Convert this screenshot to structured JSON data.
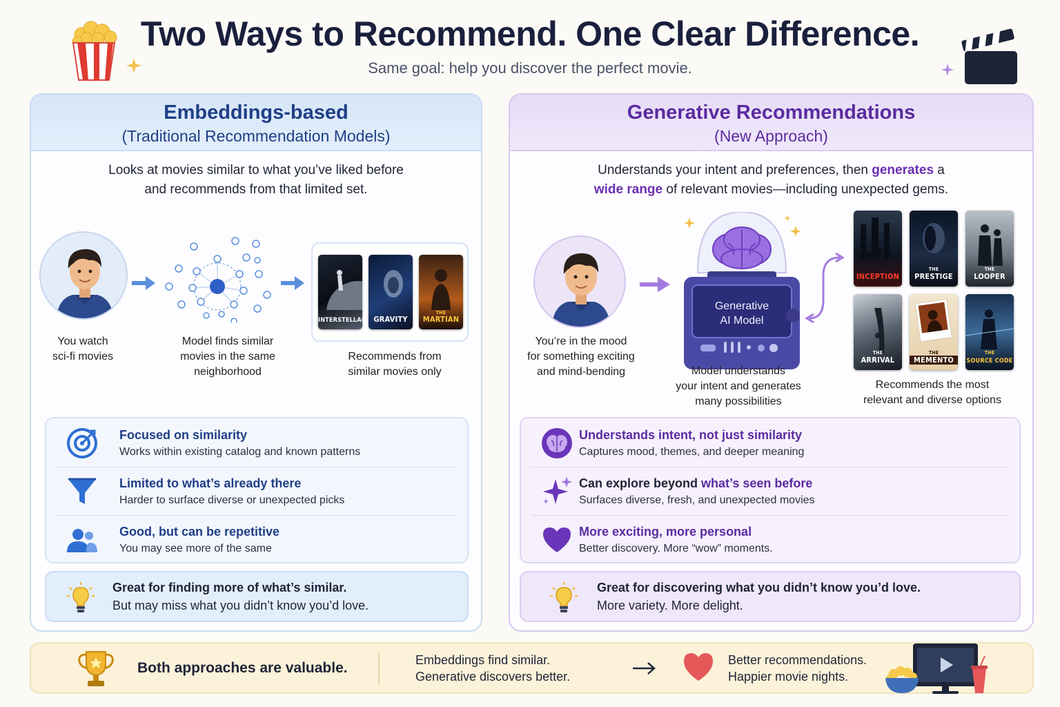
{
  "header": {
    "title": "Two Ways to Recommend.  One Clear Difference.",
    "subtitle": "Same goal: help you discover the perfect movie."
  },
  "left": {
    "title": "Embeddings-based",
    "subtitle": "(Traditional Recommendation Models)",
    "desc_line1": "Looks at movies similar to what you’ve liked before",
    "desc_line2": "and recommends from that limited set.",
    "steps": [
      {
        "line1": "You watch",
        "line2": "sci-fi movies"
      },
      {
        "line1": "Model finds similar",
        "line2": "movies in the same",
        "line3": "neighborhood"
      },
      {
        "line1": "Recommends from",
        "line2": "similar movies only"
      }
    ],
    "posters": [
      "INTERSTELLAR",
      "GRAVITY",
      "MARTIAN"
    ],
    "poster_small": [
      "THE"
    ],
    "features": [
      {
        "title": "Focused on similarity",
        "text": "Works within existing catalog and known patterns",
        "icon": "target-icon"
      },
      {
        "title": "Limited to what’s already there",
        "text": "Harder to surface diverse or unexpected picks",
        "icon": "funnel-icon"
      },
      {
        "title": "Good, but can be repetitive",
        "text": "You may see more of the same",
        "icon": "users-icon"
      }
    ],
    "tip_line1": "Great for finding more of what’s similar.",
    "tip_line2": "But may miss what you didn’t know you’d love."
  },
  "right": {
    "title": "Generative Recommendations",
    "subtitle": "(New Approach)",
    "desc_a": "Understands your intent and preferences, then ",
    "desc_hl1": "generates",
    "desc_b": " a",
    "desc_hl2": "wide range",
    "desc_c": " of relevant movies—including unexpected gems.",
    "machine_line1": "Generative",
    "machine_line2": "AI Model",
    "steps": [
      {
        "line1": "You’re in the mood",
        "line2": "for something exciting",
        "line3": "and mind-bending"
      },
      {
        "line1": "Model understands",
        "line2": "your intent and generates",
        "line3": "many possibilities"
      },
      {
        "line1": "Recommends the most",
        "line2": "relevant and diverse options"
      }
    ],
    "posters": [
      "INCEPTION",
      "PRESTIGE",
      "LOOPER",
      "ARRIVAL",
      "MEMENTO",
      "SOURCE CODE"
    ],
    "poster_small": "THE",
    "features": [
      {
        "title": "Understands intent, not just similarity",
        "text": "Captures mood, themes, and deeper meaning",
        "icon": "brain-icon"
      },
      {
        "title_a": "Can explore beyond ",
        "title_b": "what’s seen before",
        "text": "Surfaces diverse, fresh, and unexpected movies",
        "icon": "sparkle-icon"
      },
      {
        "title": "More exciting, more personal",
        "text": "Better discovery. More “wow” moments.",
        "icon": "heart-icon"
      }
    ],
    "tip_line1": "Great for discovering what you didn’t know you’d love.",
    "tip_line2": "More variety. More delight."
  },
  "footer": {
    "left": "Both approaches are valuable.",
    "mid_line1": "Embeddings find similar.",
    "mid_line2": "Generative discovers better.",
    "right_line1": "Better recommendations.",
    "right_line2": "Happier movie nights."
  },
  "colors": {
    "blue_accent": "#1f3f86",
    "purple_accent": "#5b2aa0",
    "icon_blue": "#2f6fd3",
    "icon_purple": "#6a35b8"
  }
}
